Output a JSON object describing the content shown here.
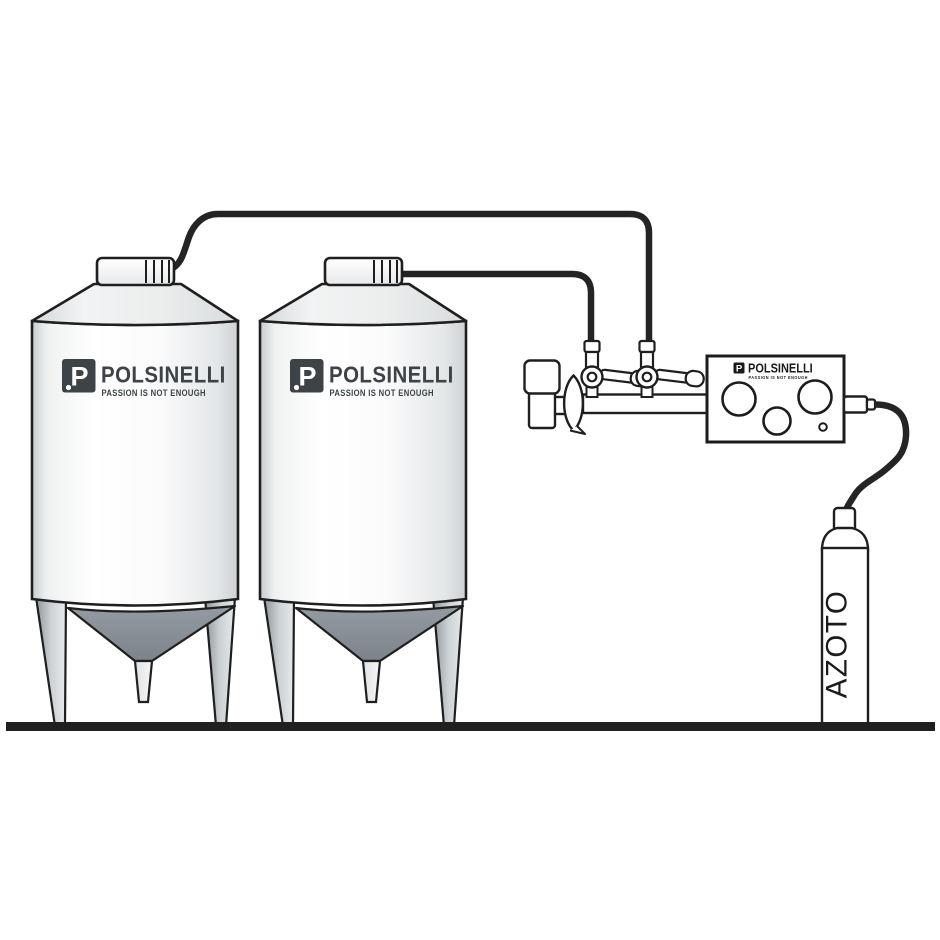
{
  "brand": {
    "name": "POLSINELLI",
    "tagline": "PASSION IS NOT ENOUGH",
    "mark_letter": "P"
  },
  "gas_cylinder": {
    "label": "AZOTO"
  },
  "colors": {
    "outline": "#1f1f1f",
    "tube": "#242424",
    "tank_logo": "#3d4347",
    "panel_logo": "#1a1a1a",
    "cone_gray": "#868d95",
    "leg_gray": "#b7bdc2",
    "ground": "#202020",
    "body_white": "#ffffff"
  },
  "components": [
    "fermenter-tank-left",
    "fermenter-tank-right",
    "tank-gas-tube-left",
    "tank-gas-tube-right",
    "shutoff-valve-left",
    "shutoff-valve-right",
    "pressure-regulator-canister",
    "clamp-fitting",
    "distribution-pipe",
    "gas-control-panel",
    "cylinder-supply-tube",
    "nitrogen-cylinder",
    "ground-line"
  ]
}
